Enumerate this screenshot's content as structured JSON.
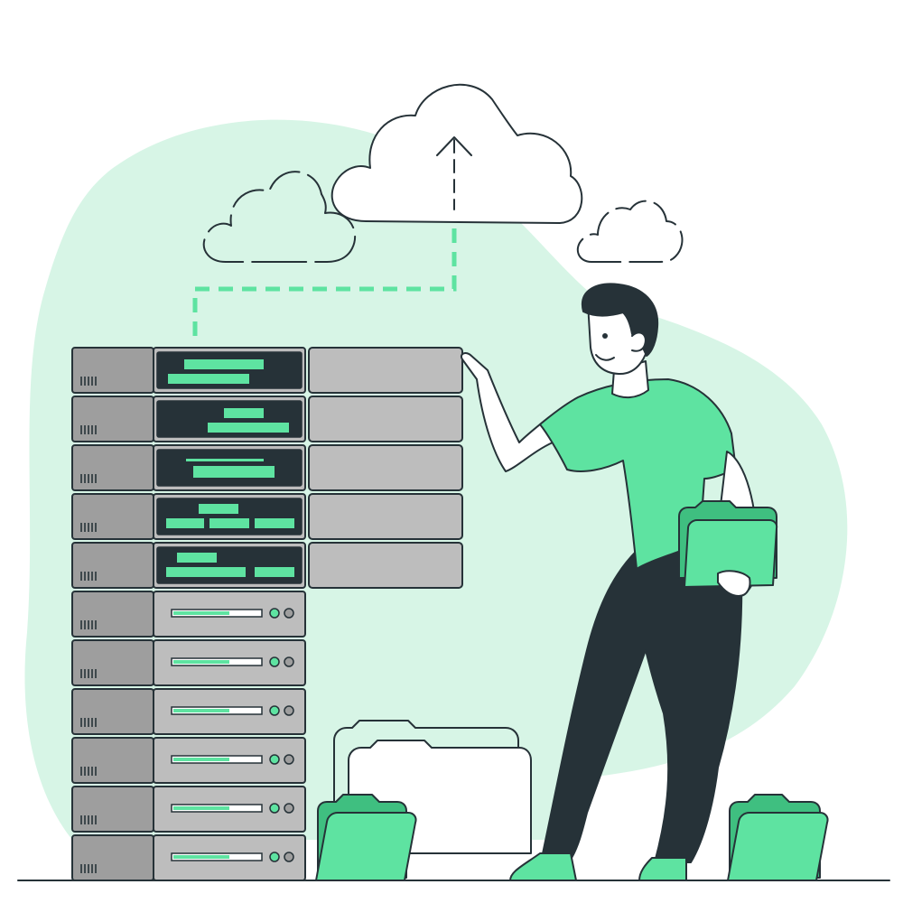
{
  "colors": {
    "accent": "#5ee3a1",
    "accent_light": "#d7f5e6",
    "accent_dark": "#3fbf80",
    "outline": "#263238",
    "server_gray": "#bdbdbd",
    "server_dark_gray": "#9e9e9e",
    "screen": "#263238",
    "skin": "#ffffff",
    "hair": "#263238",
    "pants": "#263238"
  },
  "illustration": {
    "server_rack": {
      "screen_units": 5,
      "drive_units": 6
    },
    "upload_arrow_icon": "arrow-up",
    "folders_on_floor": 3,
    "folder_under_arm": 1
  }
}
